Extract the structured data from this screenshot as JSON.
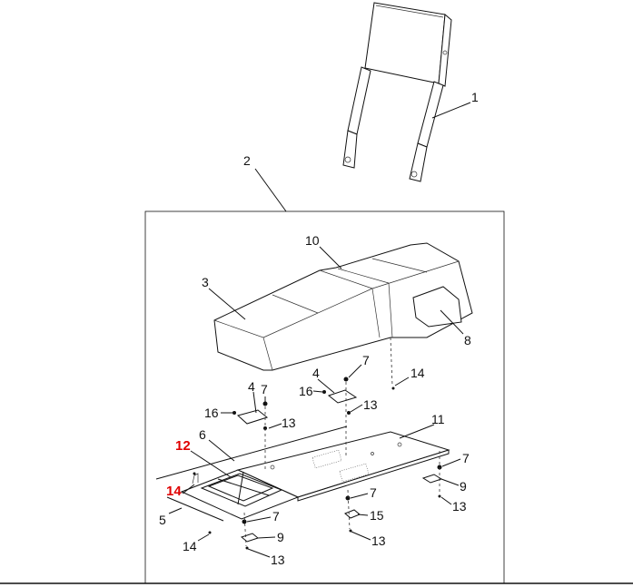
{
  "diagram": {
    "callouts": [
      {
        "id": "c1",
        "text": "1"
      },
      {
        "id": "c2",
        "text": "2"
      },
      {
        "id": "c3",
        "text": "3"
      },
      {
        "id": "c4a",
        "text": "4"
      },
      {
        "id": "c4b",
        "text": "4"
      },
      {
        "id": "c5",
        "text": "5"
      },
      {
        "id": "c6",
        "text": "6"
      },
      {
        "id": "c7a",
        "text": "7"
      },
      {
        "id": "c7b",
        "text": "7"
      },
      {
        "id": "c7c",
        "text": "7"
      },
      {
        "id": "c7d",
        "text": "7"
      },
      {
        "id": "c7e",
        "text": "7"
      },
      {
        "id": "c8",
        "text": "8"
      },
      {
        "id": "c9a",
        "text": "9"
      },
      {
        "id": "c9b",
        "text": "9"
      },
      {
        "id": "c10",
        "text": "10"
      },
      {
        "id": "c11",
        "text": "11"
      },
      {
        "id": "c12",
        "text": "12",
        "highlight": true
      },
      {
        "id": "c13a",
        "text": "13"
      },
      {
        "id": "c13b",
        "text": "13"
      },
      {
        "id": "c13c",
        "text": "13"
      },
      {
        "id": "c13d",
        "text": "13"
      },
      {
        "id": "c13e",
        "text": "13"
      },
      {
        "id": "c14a",
        "text": "14",
        "highlight": true
      },
      {
        "id": "c14b",
        "text": "14"
      },
      {
        "id": "c14c",
        "text": "14"
      },
      {
        "id": "c15",
        "text": "15"
      },
      {
        "id": "c16a",
        "text": "16"
      },
      {
        "id": "c16b",
        "text": "16"
      }
    ],
    "highlight_color": "#e00000",
    "line_color": "#111111"
  }
}
